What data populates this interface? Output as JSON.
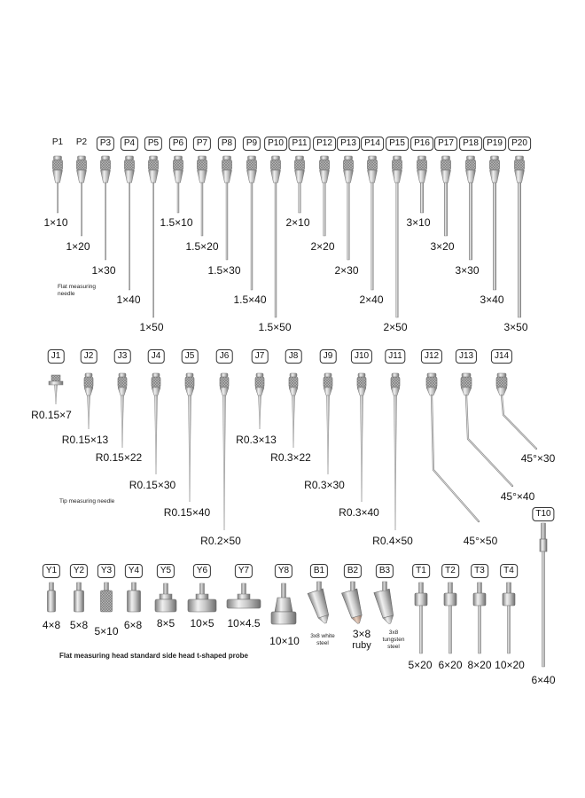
{
  "colors": {
    "background": "#ffffff",
    "steel_light": "#e2e2e2",
    "steel_dark": "#8c8c8c",
    "ruby": "#c8a896",
    "label_border": "#333333"
  },
  "flat_needles": {
    "caption_line1": "Flat measuring",
    "caption_line2": "needle",
    "items": [
      {
        "code": "P1",
        "size": "1×10"
      },
      {
        "code": "P2",
        "size": "1×20"
      },
      {
        "code": "P3",
        "size": "1×30"
      },
      {
        "code": "P4",
        "size": "1×40"
      },
      {
        "code": "P5",
        "size": "1×50"
      },
      {
        "code": "P6",
        "size": "1.5×10"
      },
      {
        "code": "P7",
        "size": "1.5×20"
      },
      {
        "code": "P8",
        "size": "1.5×30"
      },
      {
        "code": "P9",
        "size": "1.5×40"
      },
      {
        "code": "P10",
        "size": "1.5×50"
      },
      {
        "code": "P11",
        "size": "2×10"
      },
      {
        "code": "P12",
        "size": "2×20"
      },
      {
        "code": "P13",
        "size": "2×30"
      },
      {
        "code": "P14",
        "size": "2×40"
      },
      {
        "code": "P15",
        "size": "2×50"
      },
      {
        "code": "P16",
        "size": "3×10"
      },
      {
        "code": "P17",
        "size": "3×20"
      },
      {
        "code": "P18",
        "size": "3×30"
      },
      {
        "code": "P19",
        "size": "3×40"
      },
      {
        "code": "P20",
        "size": "3×50"
      }
    ]
  },
  "tip_needles": {
    "caption": "Tip measuring needle",
    "items": [
      {
        "code": "J1",
        "size": "R0.15×7"
      },
      {
        "code": "J2",
        "size": "R0.15×13"
      },
      {
        "code": "J3",
        "size": "R0.15×22"
      },
      {
        "code": "J4",
        "size": "R0.15×30"
      },
      {
        "code": "J5",
        "size": "R0.15×40"
      },
      {
        "code": "J6",
        "size": "R0.2×50"
      },
      {
        "code": "J7",
        "size": "R0.3×13"
      },
      {
        "code": "J8",
        "size": "R0.3×22"
      },
      {
        "code": "J9",
        "size": "R0.3×30"
      },
      {
        "code": "J10",
        "size": "R0.3×40"
      },
      {
        "code": "J11",
        "size": "R0.4×50"
      },
      {
        "code": "J12",
        "size": "45°×50"
      },
      {
        "code": "J13",
        "size": "45°×40"
      },
      {
        "code": "J14",
        "size": "45°×30"
      }
    ]
  },
  "heads": {
    "caption": "Flat measuring head standard side head t-shaped probe",
    "items": [
      {
        "code": "Y1",
        "size": "4×8"
      },
      {
        "code": "Y2",
        "size": "5×8"
      },
      {
        "code": "Y3",
        "size": "5×10"
      },
      {
        "code": "Y4",
        "size": "6×8"
      },
      {
        "code": "Y5",
        "size": "8×5"
      },
      {
        "code": "Y6",
        "size": "10×5"
      },
      {
        "code": "Y7",
        "size": "10×4.5"
      },
      {
        "code": "Y8",
        "size": "10×10"
      },
      {
        "code": "B1",
        "size": "3x8 white steel"
      },
      {
        "code": "B2",
        "size": "3×8",
        "material": "ruby"
      },
      {
        "code": "B3",
        "size": "3x8 tungsten steel"
      },
      {
        "code": "T1",
        "size": "5×20"
      },
      {
        "code": "T2",
        "size": "6×20"
      },
      {
        "code": "T3",
        "size": "8×20"
      },
      {
        "code": "T4",
        "size": "10×20"
      },
      {
        "code": "T10",
        "size": "6×40"
      }
    ]
  }
}
